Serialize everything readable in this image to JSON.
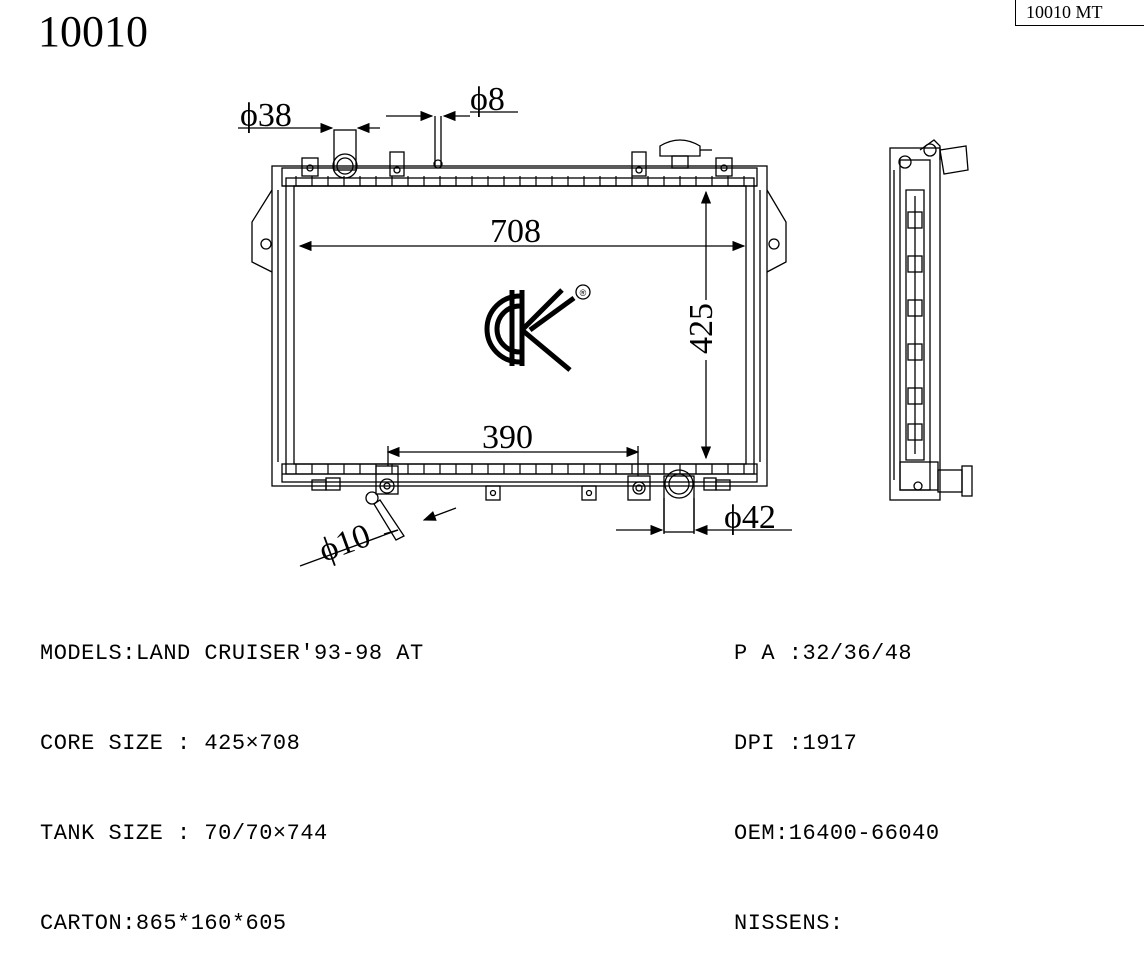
{
  "header": {
    "title": "10010",
    "badge": "10010 MT"
  },
  "dimensions": {
    "inlet_dia": "ϕ38",
    "pin_dia": "ϕ8",
    "core_width": "708",
    "core_height": "425",
    "outlet_spacing": "390",
    "drain_dia": "ϕ10",
    "outlet_dia": "ϕ42"
  },
  "logo": {
    "registered": "®"
  },
  "specs_left": [
    "MODELS:LAND CRUISER'93-98 AT",
    "CORE SIZE : 425×708",
    "TANK SIZE : 70/70×744",
    "CARTON:865*160*605"
  ],
  "specs_right": [
    "P A :32/36/48",
    "DPI :1917",
    "OEM:16400-66040",
    "NISSENS:"
  ]
}
